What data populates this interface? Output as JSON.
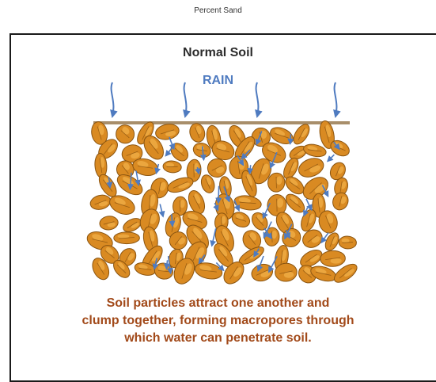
{
  "header": {
    "caption": "Percent Sand"
  },
  "panel": {
    "title": "Normal Soil",
    "rain_label": "RAIN",
    "description_lines": [
      "Soil particles attract one another and",
      "clump together, forming macropores through",
      "which water can penetrate soil."
    ]
  },
  "colors": {
    "particle_fill": "#d98a22",
    "particle_stroke": "#8a5410",
    "particle_highlight": "#f2b24a",
    "arrow": "#4f7bc0",
    "surface_line": "#a88e6a",
    "caption_text": "#a24a1a"
  }
}
